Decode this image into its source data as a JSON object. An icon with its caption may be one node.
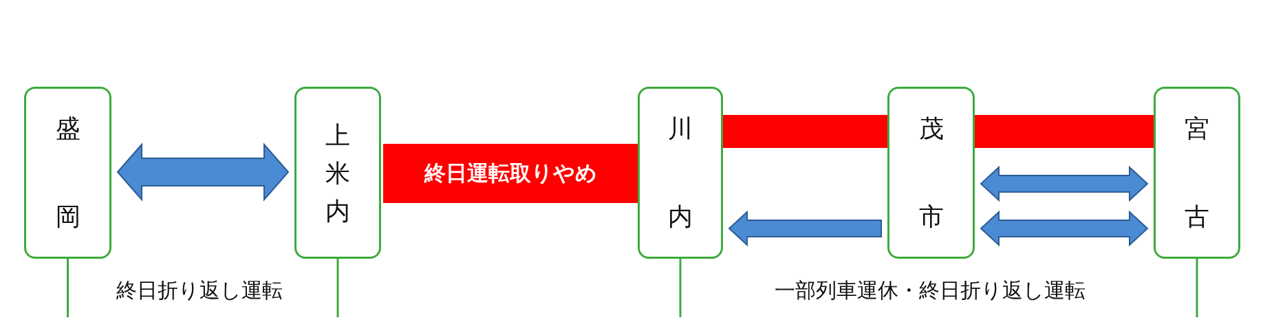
{
  "diagram": {
    "nodes": [
      {
        "text": [
          "盛岡"
        ]
      },
      {
        "text": [
          "上米内"
        ]
      },
      {
        "text": [
          "川内"
        ]
      },
      {
        "text": [
          "終日運転取りやめ"
        ]
      },
      {
        "text": [
          "茂市"
        ]
      },
      {
        "text": [
          "宮古"
        ]
      }
    ],
    "edges": [
      {
        "from": 0,
        "to": 1,
        "arrow": "both"
      },
      {
        "from": 2,
        "to": 4,
        "arrow": "none",
        "color": "#ff0000"
      },
      {
        "from": 4,
        "to": 5,
        "arrow": "none",
        "color": "#ff0000"
      },
      {
        "from": 4,
        "to": 5,
        "arrow": "both"
      },
      {
        "from": 4,
        "to": 2,
        "arrow": "to"
      },
      {
        "from": 4,
        "to": 5,
        "arrow": "both"
      }
    ],
    "labels": [
      "終日折り返し運転",
      "一部列車運休・終日折り返し運転"
    ]
  }
}
